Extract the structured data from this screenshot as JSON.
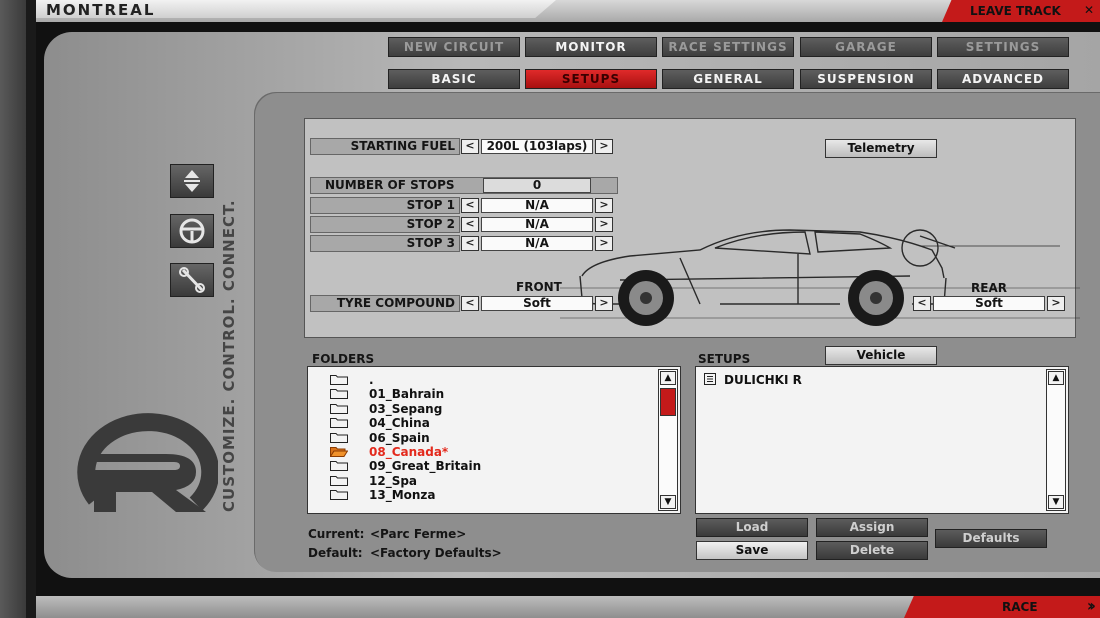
{
  "header": {
    "title": "MONTREAL",
    "leave_track": "LEAVE TRACK"
  },
  "footer": {
    "race": "RACE"
  },
  "nav": {
    "main_tabs": [
      "NEW CIRCUIT",
      "MONITOR",
      "RACE SETTINGS",
      "GARAGE",
      "SETTINGS"
    ],
    "sub_tabs": [
      "BASIC",
      "SETUPS",
      "GENERAL",
      "SUSPENSION",
      "ADVANCED"
    ],
    "active_sub_tab": "SETUPS"
  },
  "brand": {
    "slogan": "CUSTOMIZE. CONTROL. CONNECT."
  },
  "setup": {
    "starting_fuel_label": "STARTING FUEL",
    "starting_fuel_value": "200L (103laps)",
    "telemetry_button": "Telemetry",
    "number_of_stops_label": "NUMBER OF STOPS",
    "number_of_stops_value": "0",
    "stops": [
      {
        "label": "STOP 1",
        "value": "N/A"
      },
      {
        "label": "STOP 2",
        "value": "N/A"
      },
      {
        "label": "STOP 3",
        "value": "N/A"
      }
    ],
    "front_label": "FRONT",
    "rear_label": "REAR",
    "tyre_compound_label": "TYRE COMPOUND",
    "tyre_front_value": "Soft",
    "tyre_rear_value": "Soft"
  },
  "folders": {
    "title": "FOLDERS",
    "items": [
      ".",
      "01_Bahrain",
      "03_Sepang",
      "04_China",
      "06_Spain",
      "08_Canada*",
      "09_Great_Britain",
      "12_Spa",
      "13_Monza"
    ],
    "selected": "08_Canada*"
  },
  "setups": {
    "title": "SETUPS",
    "vehicle_button": "Vehicle",
    "items": [
      "DULICHKI R"
    ]
  },
  "info": {
    "current_label": "Current:",
    "current_value": "<Parc Ferme>",
    "default_label": "Default:",
    "default_value": "<Factory Defaults>"
  },
  "actions": {
    "load": "Load",
    "assign": "Assign",
    "save": "Save",
    "delete": "Delete",
    "defaults": "Defaults"
  },
  "colors": {
    "accent_red": "#c41a1a",
    "selected_folder": "#e3291c"
  }
}
